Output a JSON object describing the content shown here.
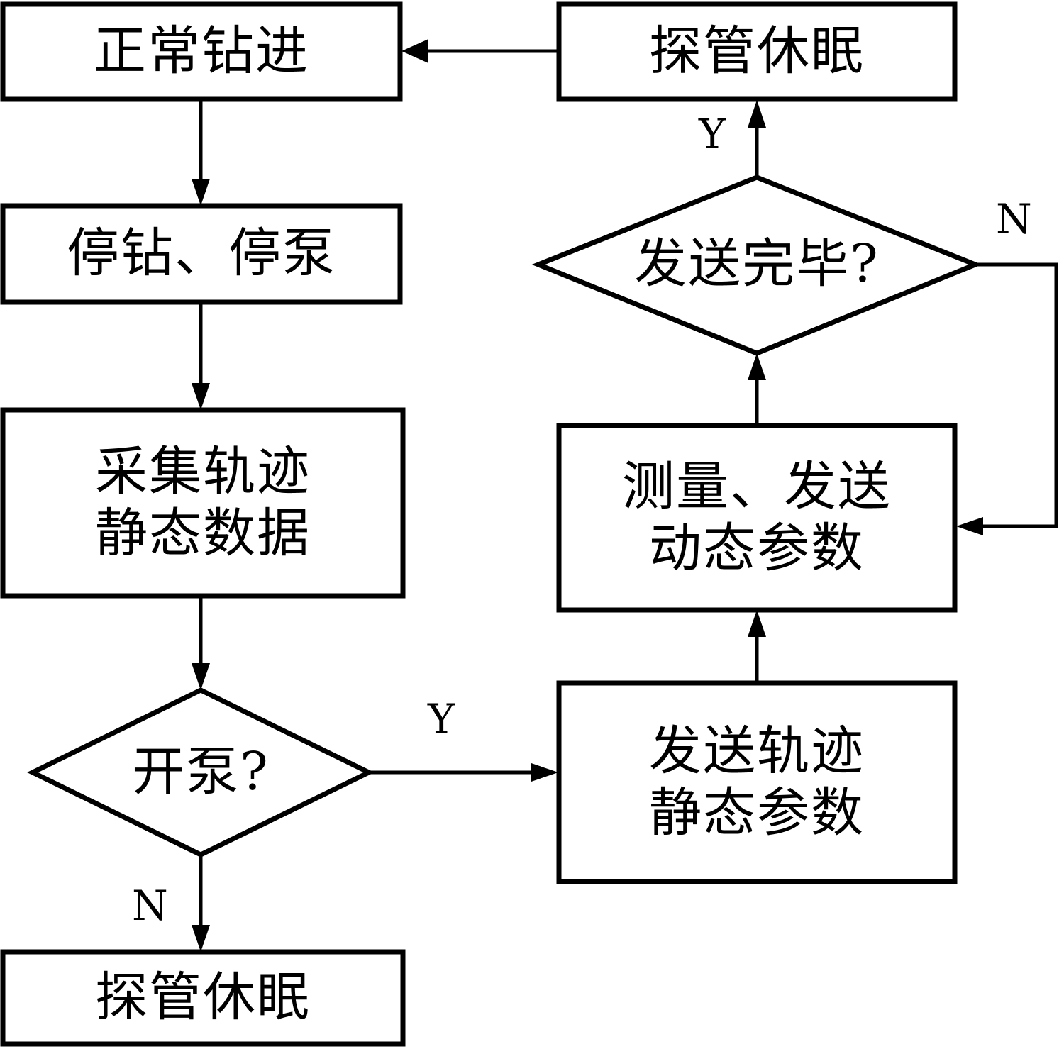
{
  "diagram": {
    "type": "flowchart",
    "title": "",
    "orientation": "two-column",
    "nodes": [
      {
        "id": "normal-drilling",
        "shape": "process",
        "text": "正常钻进",
        "lines": [
          "正常钻进"
        ]
      },
      {
        "id": "probe-sleep-top",
        "shape": "process",
        "text": "探管休眠",
        "lines": [
          "探管休眠"
        ]
      },
      {
        "id": "stop-drill-stop-pump",
        "shape": "process",
        "text": "停钻、停泵",
        "lines": [
          "停钻、停泵"
        ]
      },
      {
        "id": "collect-static-data",
        "shape": "process",
        "text": "采集轨迹静态数据",
        "lines": [
          "采集轨迹",
          "静态数据"
        ]
      },
      {
        "id": "pump-on-decision",
        "shape": "decision",
        "text": "开泵?",
        "lines": [
          "开泵?"
        ]
      },
      {
        "id": "probe-sleep-bottom",
        "shape": "process",
        "text": "探管休眠",
        "lines": [
          "探管休眠"
        ]
      },
      {
        "id": "send-complete-decision",
        "shape": "decision",
        "text": "发送完毕?",
        "lines": [
          "发送完毕?"
        ]
      },
      {
        "id": "measure-send-dynamic",
        "shape": "process",
        "text": "测量、发送动态参数",
        "lines": [
          "测量、发送",
          "动态参数"
        ]
      },
      {
        "id": "send-static-params",
        "shape": "process",
        "text": "发送轨迹静态参数",
        "lines": [
          "发送轨迹",
          "静态参数"
        ]
      }
    ],
    "edges": [
      {
        "id": "e-sleep-to-drilling",
        "from": "probe-sleep-top",
        "to": "normal-drilling",
        "label": ""
      },
      {
        "id": "e-drilling-to-stop",
        "from": "normal-drilling",
        "to": "stop-drill-stop-pump",
        "label": ""
      },
      {
        "id": "e-stop-to-collect",
        "from": "stop-drill-stop-pump",
        "to": "collect-static-data",
        "label": ""
      },
      {
        "id": "e-collect-to-pump",
        "from": "collect-static-data",
        "to": "pump-on-decision",
        "label": ""
      },
      {
        "id": "e-pump-yes",
        "from": "pump-on-decision",
        "to": "send-static-params",
        "label": "Y"
      },
      {
        "id": "e-pump-no",
        "from": "pump-on-decision",
        "to": "probe-sleep-bottom",
        "label": "N"
      },
      {
        "id": "e-static-to-dynamic",
        "from": "send-static-params",
        "to": "measure-send-dynamic",
        "label": ""
      },
      {
        "id": "e-dynamic-to-decision",
        "from": "measure-send-dynamic",
        "to": "send-complete-decision",
        "label": ""
      },
      {
        "id": "e-complete-yes",
        "from": "send-complete-decision",
        "to": "probe-sleep-top",
        "label": "Y"
      },
      {
        "id": "e-complete-no",
        "from": "send-complete-decision",
        "to": "measure-send-dynamic",
        "label": "N"
      }
    ],
    "edge_labels": {
      "pump_yes": "Y",
      "pump_no": "N",
      "complete_yes": "Y",
      "complete_no": "N"
    },
    "colors": {
      "background": "#ffffff",
      "stroke": "#000000",
      "fill": "#ffffff",
      "text": "#000000"
    }
  }
}
